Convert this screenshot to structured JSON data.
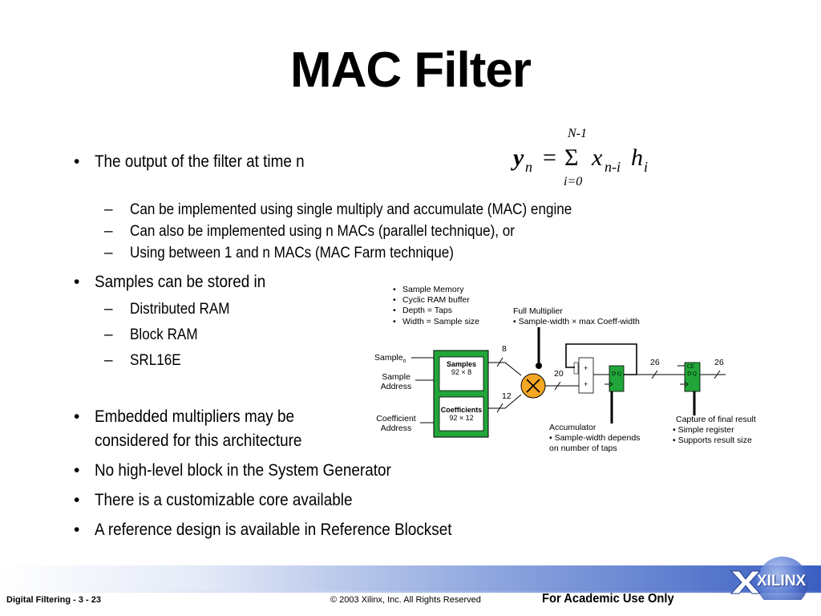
{
  "slide": {
    "title": "MAC Filter",
    "bullets": [
      "The output of the filter at time n",
      "Samples can be stored in",
      "Embedded multipliers may be",
      "considered for this architecture",
      "No high-level block in the System Generator",
      "There is a customizable core available",
      "A reference design is available in Reference Blockset"
    ],
    "sub_bullets": [
      "Can be implemented using single multiply and accumulate (MAC) engine",
      "Can also be implemented using n MACs (parallel technique), or",
      "Using between 1 and n MACs (MAC Farm technique)",
      "Distributed RAM",
      "Block RAM",
      "SRL16E"
    ],
    "bullet_glyph": "•",
    "dash_glyph": "–"
  },
  "formula": {
    "lhs": "y",
    "lhs_sub": "n",
    "equals": "=",
    "sigma": "Σ",
    "upper": "N-1",
    "lower": "i=0",
    "x": "x",
    "x_sub": "n-i",
    "h": "h",
    "h_sub": "i"
  },
  "diagram": {
    "memory_notes": [
      "Sample Memory",
      "Cyclic RAM buffer",
      "Depth = Taps",
      "Width = Sample size"
    ],
    "multiplier_note_title": "Full Multiplier",
    "multiplier_note_detail": "• Sample-width × max Coeff-width",
    "sample_in_label": "Sample",
    "sample_in_sub": "n",
    "sample_address_label": [
      "Sample",
      "Address"
    ],
    "coefficient_address_label": [
      "Coefficient",
      "Address"
    ],
    "samples_block": [
      "Samples",
      "92 × 8"
    ],
    "coefficients_block": [
      "Coefficients",
      "92 × 12"
    ],
    "width_8": "8",
    "width_12": "12",
    "width_20": "20",
    "width_26a": "26",
    "width_26b": "26",
    "adder_plus_top": "+",
    "adder_plus_bottom": "+",
    "reg1_label": "D Q",
    "reg2_ce": "CE",
    "reg2_label": "D Q",
    "accumulator_notes": [
      "Accumulator",
      "• Sample-width depends",
      "on number of taps"
    ],
    "capture_notes": [
      "Capture of final result",
      "• Simple register",
      "• Supports result size"
    ]
  },
  "footer": {
    "left": "Digital Filtering  - 3 - 23",
    "center": "© 2003 Xilinx, Inc. All Rights Reserved",
    "right": "For Academic Use Only",
    "logo_text": "XILINX"
  },
  "colors": {
    "block_green": "#22a63a",
    "multiplier_orange": "#f5a623",
    "footer_blue": "#3b5fc2"
  }
}
